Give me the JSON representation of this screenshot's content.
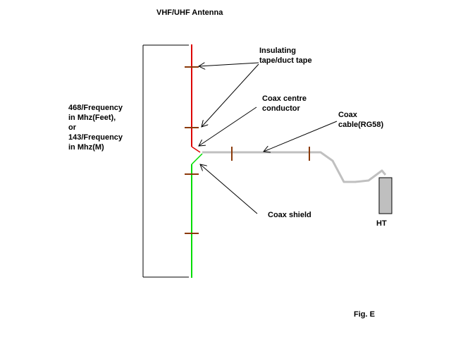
{
  "title": "VHF/UHF Antenna",
  "length_formula": [
    "468/Frequency",
    "in Mhz(Feet),",
    "or",
    "143/Frequency",
    "in Mhz(M)"
  ],
  "labels": {
    "insulating_tape": [
      "Insulating",
      "tape/duct tape"
    ],
    "centre_conductor": [
      "Coax centre",
      "conductor"
    ],
    "coax_cable": [
      "Coax",
      "cable(RG58)"
    ],
    "coax_shield": "Coax shield",
    "radio": "HT"
  },
  "figure_label": "Fig. E",
  "colors": {
    "upper_element": "#dd0000",
    "lower_element": "#00dd00",
    "coax": "#c0c0c0",
    "tape": "#8b3a0a",
    "radio_body": "#bfbfbf"
  }
}
